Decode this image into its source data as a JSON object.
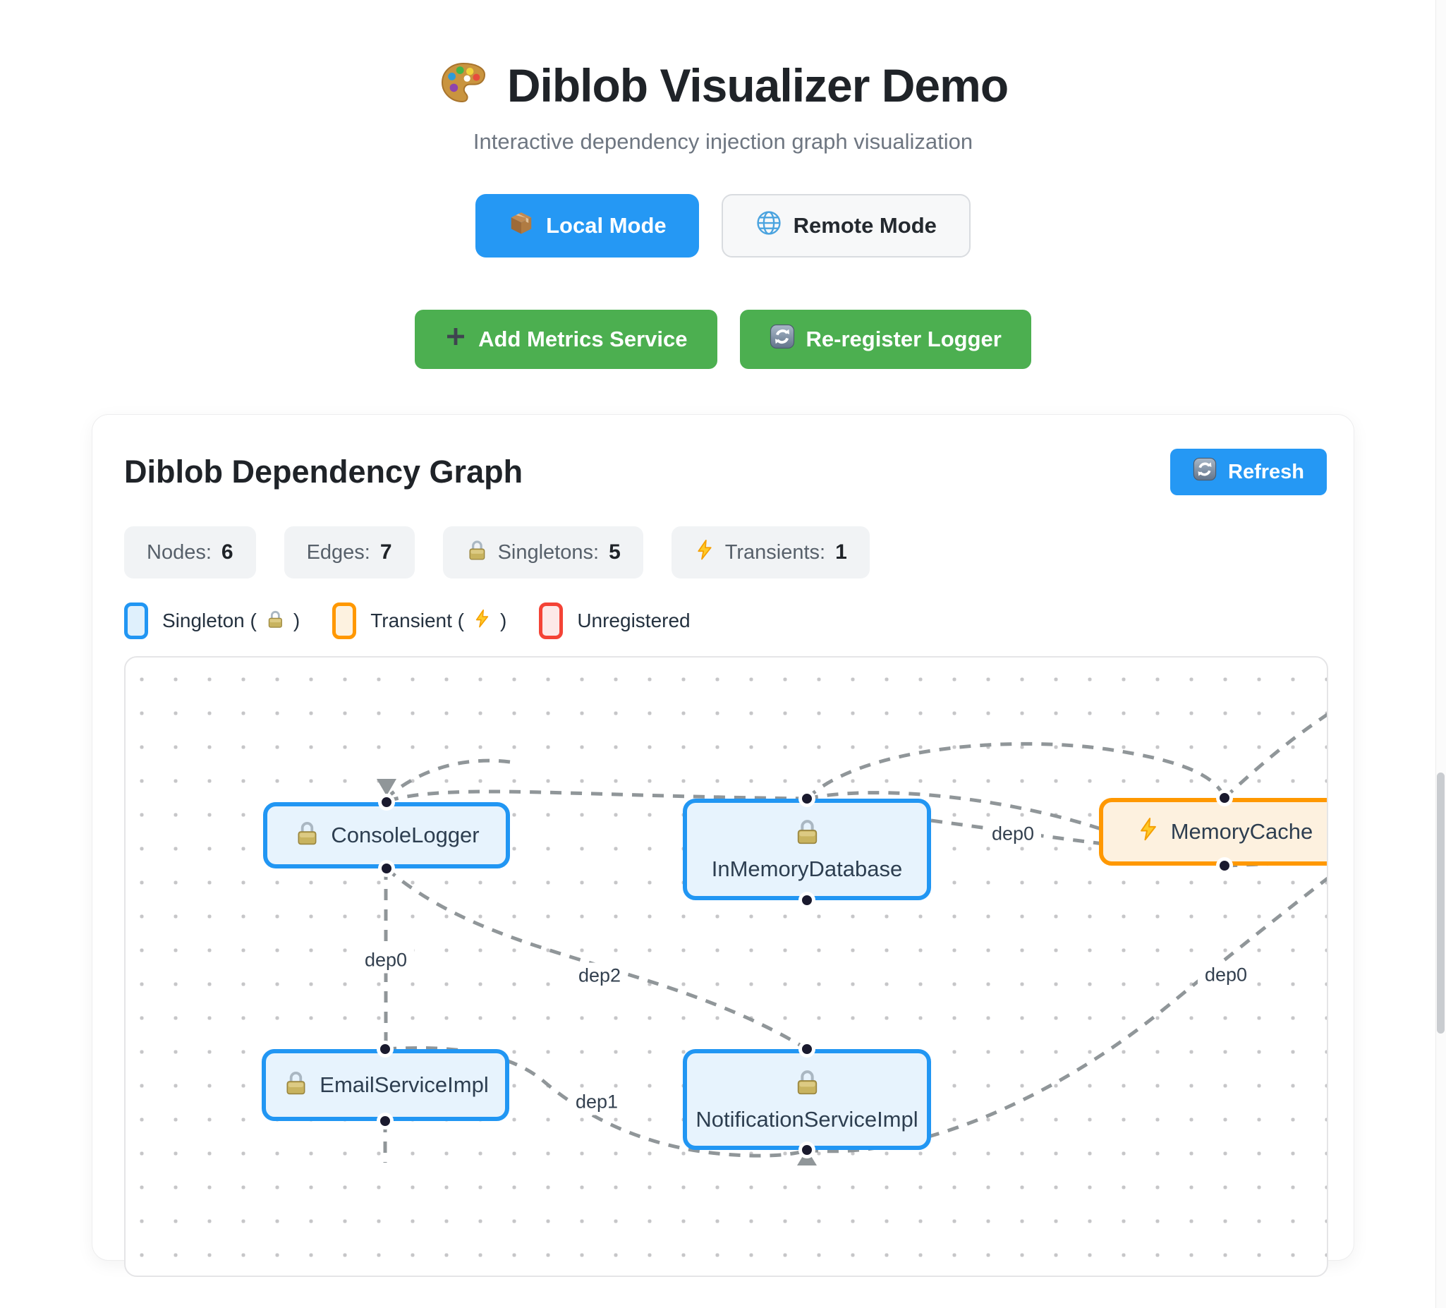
{
  "header": {
    "title": "Diblob Visualizer Demo",
    "subtitle": "Interactive dependency injection graph visualization"
  },
  "mode_buttons": {
    "local": "Local Mode",
    "remote": "Remote Mode"
  },
  "action_buttons": {
    "add_metrics": "Add Metrics Service",
    "reregister": "Re-register Logger"
  },
  "panel": {
    "title": "Diblob Dependency Graph",
    "refresh_label": "Refresh"
  },
  "stats": {
    "nodes_label": "Nodes:",
    "nodes_value": "6",
    "edges_label": "Edges:",
    "edges_value": "7",
    "singletons_label": "Singletons:",
    "singletons_value": "5",
    "transients_label": "Transients:",
    "transients_value": "1"
  },
  "legend": {
    "singleton_pre": "Singleton (",
    "singleton_post": ")",
    "transient_pre": "Transient (",
    "transient_post": ")",
    "unregistered": "Unregistered"
  },
  "icons": {
    "title": "palette-icon",
    "local": "package-icon",
    "remote": "globe-icon",
    "add": "plus-icon",
    "reregister": "refresh-icon",
    "refresh": "refresh-icon",
    "singleton": "lock-icon",
    "transient": "lightning-icon"
  },
  "graph": {
    "nodes": [
      {
        "id": "consolelogger",
        "label": "ConsoleLogger",
        "type": "singleton"
      },
      {
        "id": "inmemorydatabase",
        "label": "InMemoryDatabase",
        "type": "singleton"
      },
      {
        "id": "memorycache",
        "label": "MemoryCache",
        "type": "transient"
      },
      {
        "id": "emailserviceimpl",
        "label": "EmailServiceImpl",
        "type": "singleton"
      },
      {
        "id": "notificationserviceimpl",
        "label": "NotificationServiceImpl",
        "type": "singleton"
      }
    ],
    "edge_labels": {
      "logger_email": "dep0",
      "logger_notification": "dep2",
      "email_notification": "dep1",
      "database_cache": "dep0",
      "notification_cache": "dep0"
    }
  },
  "colors": {
    "primary_blue": "#2196f3",
    "green": "#4caf50",
    "orange": "#ff9800",
    "red": "#f44336",
    "edge_gray": "#909699",
    "singleton_fill": "#e7f3fd",
    "transient_fill": "#fdf1df"
  }
}
